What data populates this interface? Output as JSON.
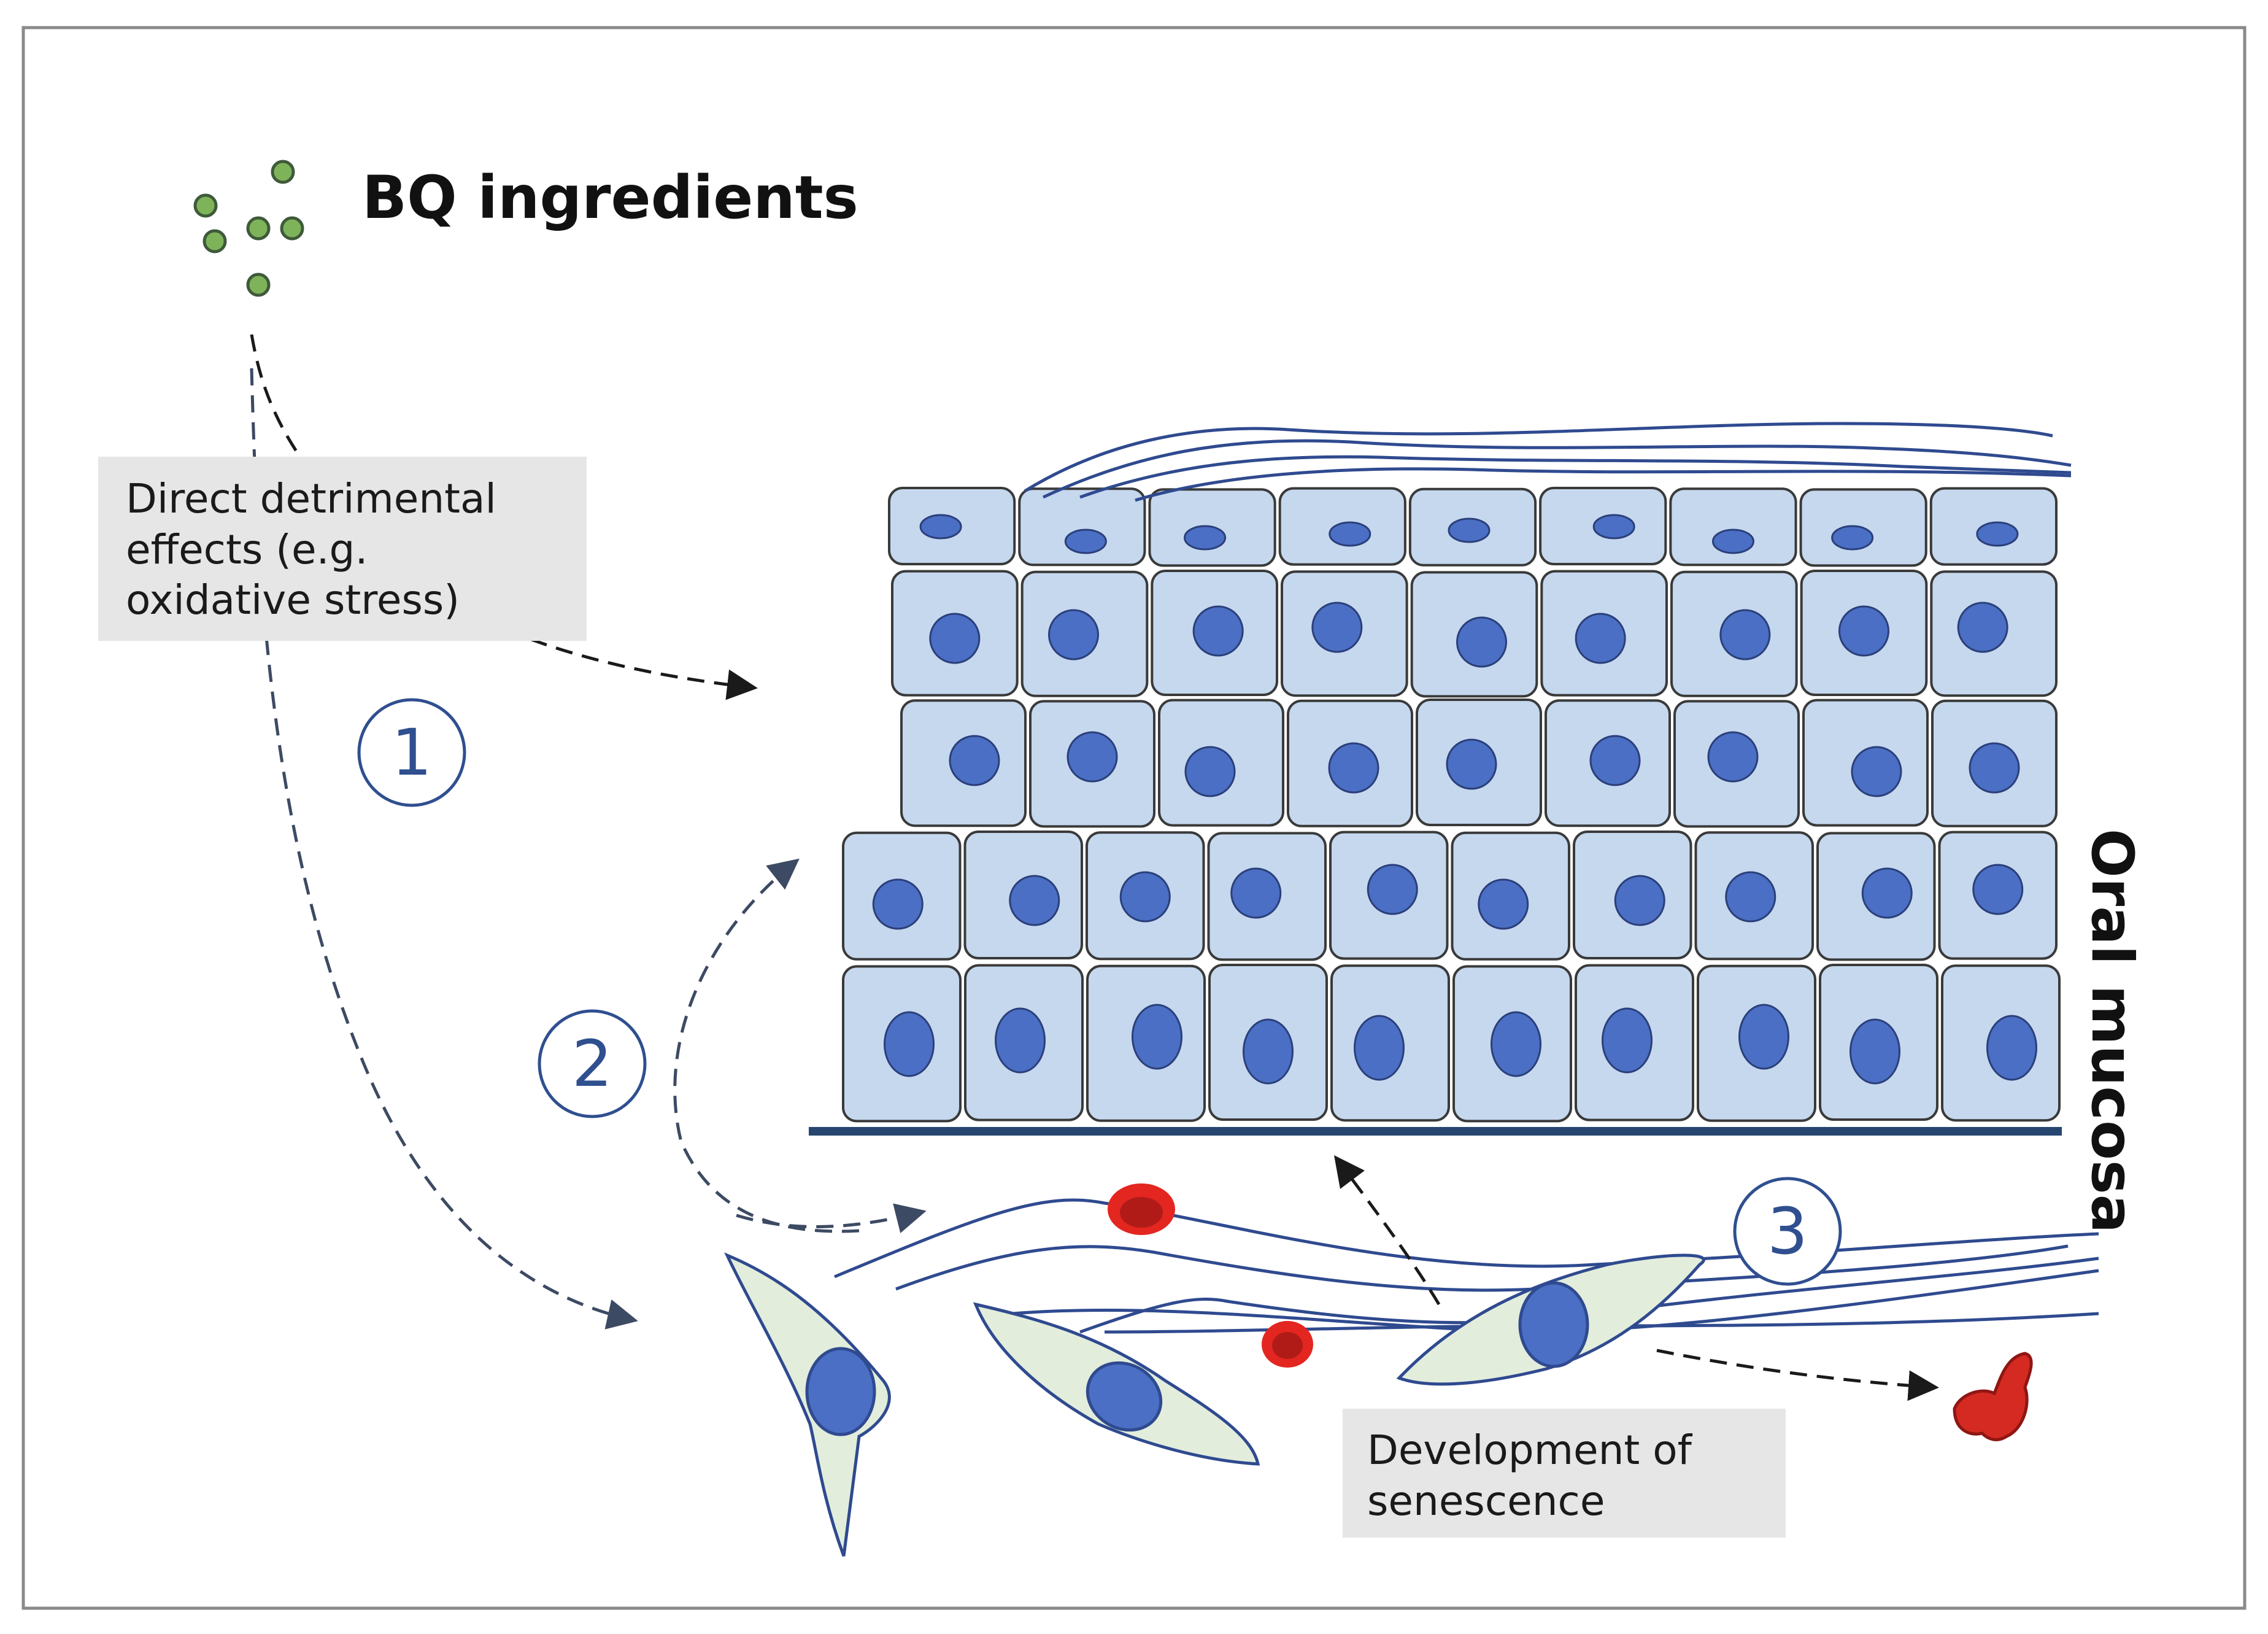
{
  "title": "BQ ingredients",
  "tissue_label": "Oral mucosa",
  "labels": {
    "effect_1": [
      "Direct detrimental",
      "effects (e.g.",
      "oxidative stress)"
    ],
    "effect_3": [
      "Development of",
      "senescence"
    ]
  },
  "steps": [
    "1",
    "2",
    "3"
  ],
  "colors": {
    "cell_fill": "#c5d8ee",
    "cell_stroke": "#3a3a3a",
    "nucleus": "#4a6fc4",
    "fiber": "#2f4a8f",
    "fibroblast_fill": "#e2eddc",
    "red_cell": "#e3261f",
    "red_cell_core": "#b01b18",
    "particle": "#7fb35a",
    "basement": "#26466f",
    "label_box": "#e6e6e6",
    "step_circle": "#2f4f8f"
  }
}
